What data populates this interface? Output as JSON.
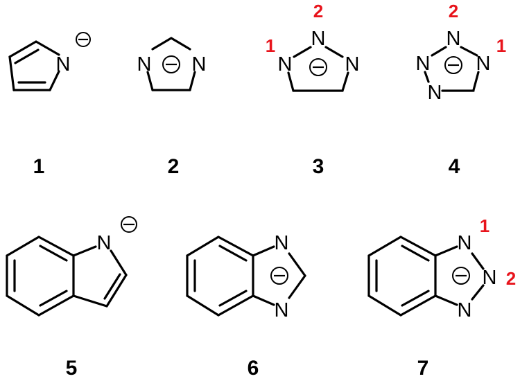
{
  "labels": {
    "compound_1": "1",
    "compound_2": "2",
    "compound_3": "3",
    "compound_4": "4",
    "compound_5": "5",
    "compound_6": "6",
    "compound_7": "7"
  },
  "atom_symbol": "N",
  "positions": {
    "c3_n1": "1",
    "c3_n2": "2",
    "c4_n1": "1",
    "c4_n2": "2",
    "c7_n1": "1",
    "c7_n2": "2"
  },
  "colors": {
    "ink": "#000000",
    "position_label": "#e8141c",
    "background": "#ffffff"
  }
}
